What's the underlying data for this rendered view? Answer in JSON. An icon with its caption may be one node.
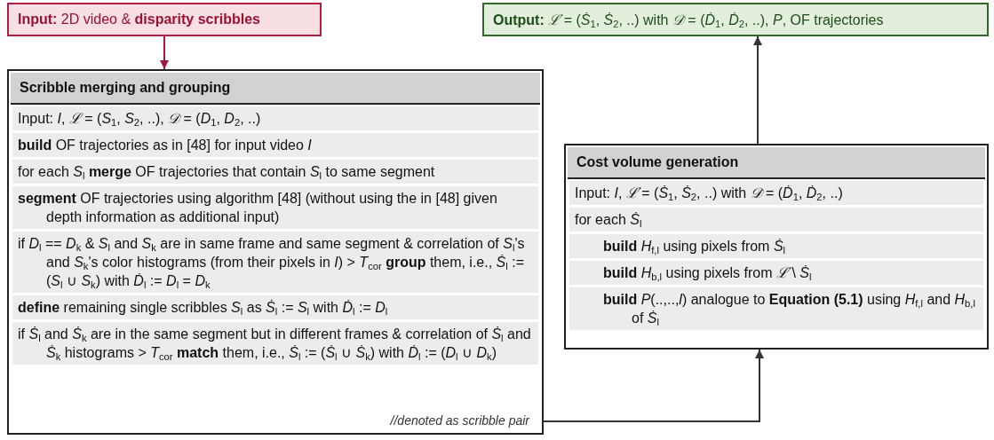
{
  "diagram": {
    "nodes": [
      {
        "text": [
          "**Input:** 2D video & **disparity scribbles**"
        ]
      },
      {
        "text": [
          "**Output:** *ℒ̇* = (*Ṡ*$_{1}$, *Ṡ*$_{2}$, ..) with *𝒟̇* = (*Ḋ*$_{1}$, *Ḋ*$_{2}$, ..), *P*, OF trajectories"
        ]
      },
      {
        "text": [
          "Scribble merging and grouping",
          "Input: *I*, *ℒ* = (*S*$_{1}$, *S*$_{2}$, ..), *𝒟* = (*D*$_{1}$, *D*$_{2}$, ..)",
          "**build** OF trajectories as in [48] for input video *I*",
          "for each *S*$_{l}$ **merge** OF trajectories that contain *S*$_{l}$ to same segment",
          "**segment** OF trajectories using algorithm [48] (without using the in [48] given depth information as additional input)",
          "if *D*$_{l}$ == *D*$_{k}$ & *S*$_{l}$ and *S*$_{k}$ are in same frame and same segment & correlation of *S*$_{l}$'s and *S*$_{k}$'s color histograms (from their pixels in *I*) > *T*$_{cor}$ **group** them, i.e., *Ṡ*$_{l}$ := (*S*$_{l}$ ∪ *S*$_{k}$) with *Ḋ*$_{l}$ := *D*$_{l}$ = *D*$_{k}$",
          "**define** remaining single scribbles *S*$_{l}$ as *Ṡ*$_{l}$ := *S*$_{l}$ with *Ḋ*$_{l}$ := *D*$_{l}$",
          "if *Ṡ*$_{l}$ and *Ṡ*$_{k}$ are in the same segment but in different frames & correlation of *Ṡ*$_{l}$ and *Ṡ*$_{k}$ histograms > *T*$_{cor}$ **match** them, i.e., *Ṡ*$_{l}$ := (*Ṡ*$_{l}$ ∪ *Ṡ*$_{k}$) with *Ḋ*$_{l}$ := (*D*$_{l}$ ∪ *D*$_{k}$)",
          "//denoted as scribble pair"
        ]
      },
      {
        "text": [
          "Cost volume generation",
          "Input: *I*, *ℒ̇* = (*Ṡ*$_{1}$, *Ṡ*$_{2}$, ..) with *𝒟̇* = (*Ḋ*$_{1}$, *Ḋ*$_{2}$, ..)",
          "for each *Ṡ*$_{l}$",
          "**build** *H*$_{f,l}$ using pixels from *Ṡ*$_{l}$",
          "**build** *H*$_{b,l}$ using pixels from *ℒ̇* \\ *Ṡ*$_{l}$",
          "**build** *P*(..,..,*l*) analogue to **Equation (5.1)** using *H*$_{f,l}$ and *H*$_{b,l}$ of *Ṡ*$_{l}$"
        ]
      }
    ],
    "edges": [
      {
        "from": 0,
        "to": 2,
        "arrow": "to",
        "color": "#a3173a"
      },
      {
        "from": 2,
        "to": 3,
        "arrow": "to"
      },
      {
        "from": 3,
        "to": 1,
        "arrow": "to"
      }
    ]
  }
}
